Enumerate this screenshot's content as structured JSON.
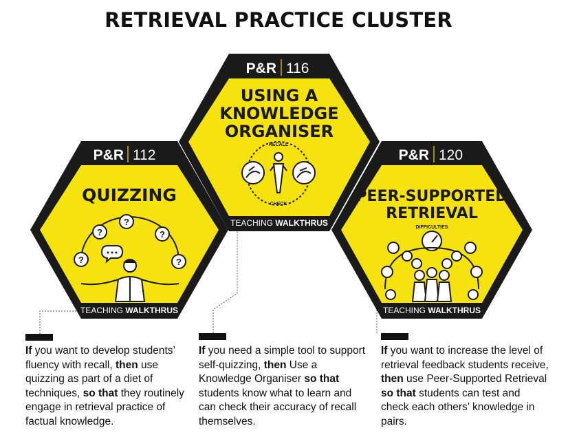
{
  "title": "RETRIEVAL PRACTICE CLUSTER",
  "colors": {
    "yellow": "#f5e20f",
    "black": "#1a1a1a"
  },
  "cards": [
    {
      "tag_code": "P&R",
      "tag_number": "112",
      "title_lines": [
        "QUIZZING"
      ],
      "footer_prefix": "TEACHING ",
      "footer_brand": "WALKTHRUS",
      "icon": "juggler-with-question-marks-icon",
      "caption": [
        "If",
        " you want to develop students’ fluency with recall, ",
        "then",
        " use quizzing as part of a diet of techniques, ",
        "so that",
        " they routinely engage in retrieval practice of factual knowledge."
      ]
    },
    {
      "tag_code": "P&R",
      "tag_number": "116",
      "title_lines": [
        "USING A",
        "KNOWLEDGE",
        "ORGANISER"
      ],
      "footer_prefix": "TEACHING ",
      "footer_brand": "WALKTHRUS",
      "icon": "recall-check-cycle-icon",
      "icon_labels": [
        "RECALL",
        "CHECK"
      ],
      "caption": [
        "If",
        " you need a simple tool to support self-quizzing, ",
        "then",
        " Use a Knowledge Organiser ",
        "so that",
        " students know what to learn and can check their accuracy of recall themselves."
      ]
    },
    {
      "tag_code": "P&R",
      "tag_number": "120",
      "title_lines": [
        "PEER-SUPPORTED",
        "RETRIEVAL"
      ],
      "footer_prefix": "TEACHING ",
      "footer_brand": "WALKTHRUS",
      "icon": "peer-group-feedback-icon",
      "icon_labels": [
        "DIFFICULTIES"
      ],
      "caption": [
        "If",
        " you want to increase the level of retrieval feedback students receive, ",
        "then",
        " use Peer-Supported Retrieval ",
        "so that",
        " students can test and check each others’ knowledge in pairs."
      ]
    }
  ]
}
